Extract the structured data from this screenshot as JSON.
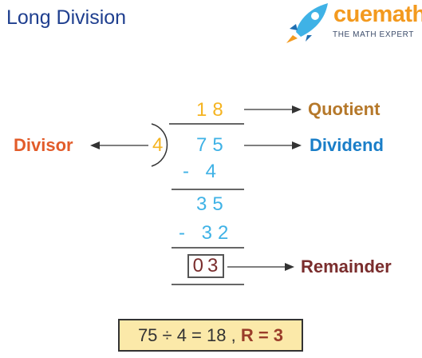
{
  "title": "Long Division",
  "logo": {
    "word": "cuemath",
    "tagline": "THE MATH EXPERT",
    "icon": "rocket-icon"
  },
  "work": {
    "quotient": "18",
    "divisor": "4",
    "dividend": "75",
    "step1_subtract": "- 4",
    "step2_value": "35",
    "step2_subtract": "- 32",
    "remainder": "03"
  },
  "labels": {
    "quotient": "Quotient",
    "divisor": "Divisor",
    "dividend": "Dividend",
    "remainder": "Remainder"
  },
  "equation": {
    "expression": "75 ÷ 4 = 18 ,",
    "r_label": "R = 3"
  },
  "colors": {
    "title": "#1f3f8f",
    "quotient_label": "#b5782a",
    "divisor_label": "#e25c2a",
    "dividend_label": "#1a7ec8",
    "remainder_label": "#7a2d2d",
    "yellow_digits": "#f5b421",
    "blue_digits": "#3fb2e6",
    "equation_bg": "#fbe9a9"
  }
}
